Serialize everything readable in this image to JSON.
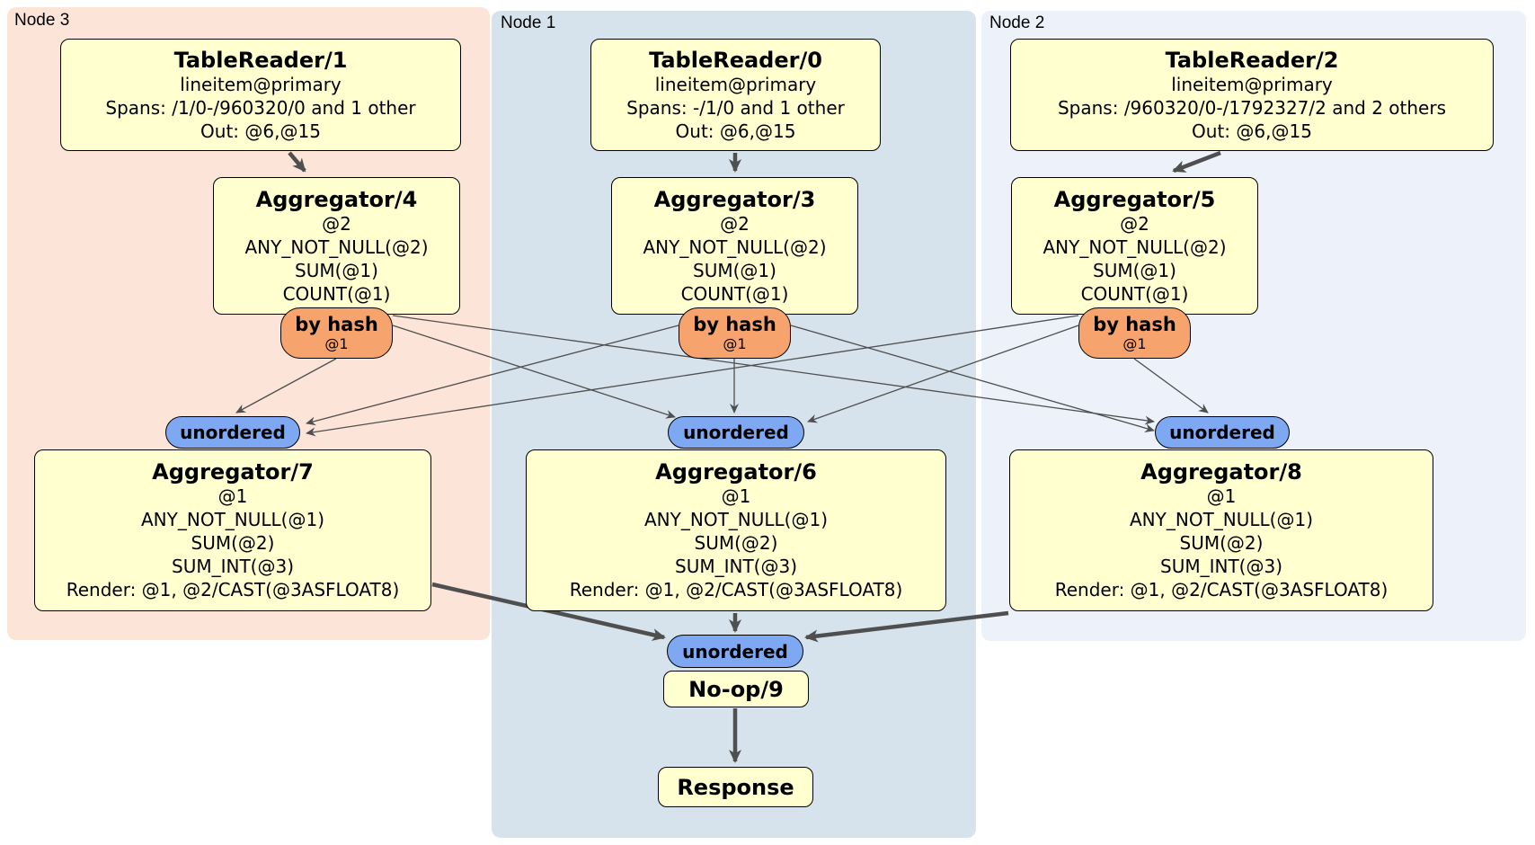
{
  "diagram": {
    "regions": [
      {
        "label": "Node 3"
      },
      {
        "label": "Node 1"
      },
      {
        "label": "Node 2"
      }
    ],
    "processors": {
      "tr1": {
        "title": "TableReader/1",
        "lines": [
          "lineitem@primary",
          "Spans: /1/0-/960320/0 and 1 other",
          "Out: @6,@15"
        ]
      },
      "tr0": {
        "title": "TableReader/0",
        "lines": [
          "lineitem@primary",
          "Spans: -/1/0 and 1 other",
          "Out: @6,@15"
        ]
      },
      "tr2": {
        "title": "TableReader/2",
        "lines": [
          "lineitem@primary",
          "Spans: /960320/0-/1792327/2 and 2 others",
          "Out: @6,@15"
        ]
      },
      "agg4": {
        "title": "Aggregator/4",
        "lines": [
          "@2",
          "ANY_NOT_NULL(@2)",
          "SUM(@1)",
          "COUNT(@1)"
        ]
      },
      "agg3": {
        "title": "Aggregator/3",
        "lines": [
          "@2",
          "ANY_NOT_NULL(@2)",
          "SUM(@1)",
          "COUNT(@1)"
        ]
      },
      "agg5": {
        "title": "Aggregator/5",
        "lines": [
          "@2",
          "ANY_NOT_NULL(@2)",
          "SUM(@1)",
          "COUNT(@1)"
        ]
      },
      "agg7": {
        "title": "Aggregator/7",
        "lines": [
          "@1",
          "ANY_NOT_NULL(@1)",
          "SUM(@2)",
          "SUM_INT(@3)",
          "Render: @1, @2/CAST(@3ASFLOAT8)"
        ]
      },
      "agg6": {
        "title": "Aggregator/6",
        "lines": [
          "@1",
          "ANY_NOT_NULL(@1)",
          "SUM(@2)",
          "SUM_INT(@3)",
          "Render: @1, @2/CAST(@3ASFLOAT8)"
        ]
      },
      "agg8": {
        "title": "Aggregator/8",
        "lines": [
          "@1",
          "ANY_NOT_NULL(@1)",
          "SUM(@2)",
          "SUM_INT(@3)",
          "Render: @1, @2/CAST(@3ASFLOAT8)"
        ]
      },
      "noop": {
        "title": "No-op/9"
      },
      "response": {
        "title": "Response"
      }
    },
    "router": {
      "label": "by hash",
      "detail": "@1"
    },
    "sync": {
      "label": "unordered"
    },
    "colors": {
      "node3_bg": "#fce4d8",
      "node1_bg": "#d6e3ec",
      "node2_bg": "#ecf1fa",
      "processor_bg": "#ffffd0",
      "router_bg": "#f7a36e",
      "sync_bg": "#7fa8f3",
      "edge": "#4f4f4f"
    }
  }
}
